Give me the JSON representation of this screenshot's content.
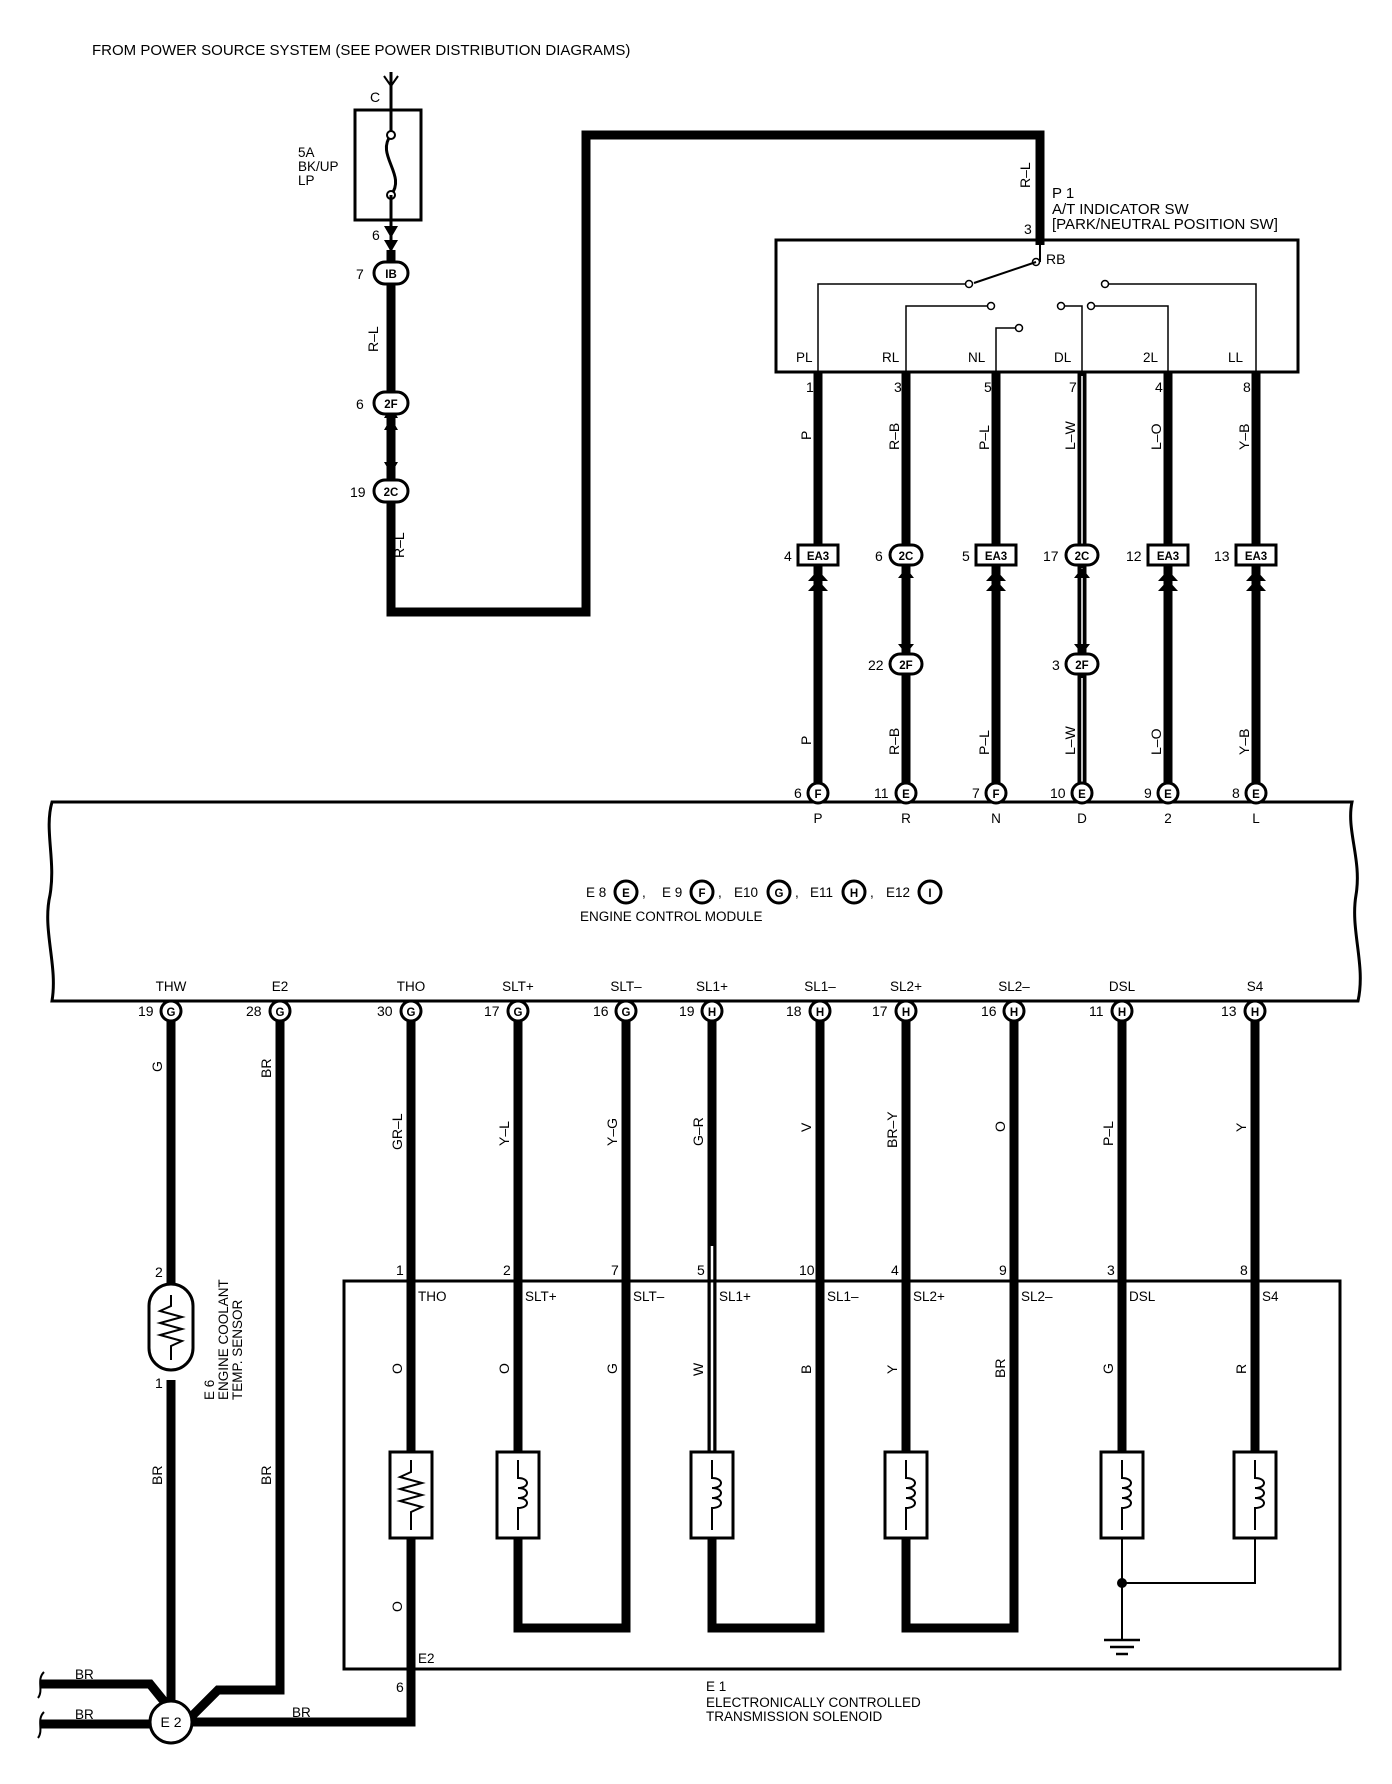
{
  "header": {
    "power_note": "FROM POWER SOURCE SYSTEM (SEE POWER DISTRIBUTION DIAGRAMS)"
  },
  "power": {
    "source_pin": "C",
    "fuse_lines": [
      "5A",
      "BK/UP",
      "LP"
    ],
    "fuse_out_pin": "6",
    "conn_ib": {
      "pin": "7",
      "code": "IB"
    },
    "conn_2f": {
      "pin": "6",
      "code": "2F"
    },
    "conn_2c": {
      "pin": "19",
      "code": "2C"
    },
    "wire_top": "R–L",
    "wire_left_1": "R–L",
    "wire_left_2": "R–L"
  },
  "switch": {
    "ref": "P 1",
    "name_1": "A/T INDICATOR SW",
    "name_2": "[PARK/NEUTRAL POSITION SW]",
    "input_pin": "3",
    "input_label": "RB",
    "terminals": [
      {
        "label": "PL",
        "pin": "1",
        "wire_top": "P",
        "conn_pin": "4",
        "conn": "EA3",
        "has_2f": false,
        "wire_bottom": "P",
        "ecm_pin": "6",
        "ecm_conn": "F",
        "ecm_label": "P"
      },
      {
        "label": "RL",
        "pin": "3",
        "wire_top": "R–B",
        "conn_pin": "6",
        "conn": "2C",
        "has_2f": true,
        "f_pin": "22",
        "f_code": "2F",
        "wire_bottom": "R–B",
        "ecm_pin": "11",
        "ecm_conn": "E",
        "ecm_label": "R"
      },
      {
        "label": "NL",
        "pin": "5",
        "wire_top": "P–L",
        "conn_pin": "5",
        "conn": "EA3",
        "has_2f": false,
        "wire_bottom": "P–L",
        "ecm_pin": "7",
        "ecm_conn": "F",
        "ecm_label": "N"
      },
      {
        "label": "DL",
        "pin": "7",
        "wire_top": "L–W",
        "conn_pin": "17",
        "conn": "2C",
        "has_2f": true,
        "f_pin": "3",
        "f_code": "2F",
        "wire_bottom": "L–W",
        "ecm_pin": "10",
        "ecm_conn": "E",
        "ecm_label": "D"
      },
      {
        "label": "2L",
        "pin": "4",
        "wire_top": "L–O",
        "conn_pin": "12",
        "conn": "EA3",
        "has_2f": false,
        "wire_bottom": "L–O",
        "ecm_pin": "9",
        "ecm_conn": "E",
        "ecm_label": "2"
      },
      {
        "label": "LL",
        "pin": "8",
        "wire_top": "Y–B",
        "conn_pin": "13",
        "conn": "EA3",
        "has_2f": false,
        "wire_bottom": "Y–B",
        "ecm_pin": "8",
        "ecm_conn": "E",
        "ecm_label": "L"
      }
    ]
  },
  "ecm": {
    "connectors": [
      {
        "ref": "E 8",
        "code": "E"
      },
      {
        "ref": "E 9",
        "code": "F"
      },
      {
        "ref": "E10",
        "code": "G"
      },
      {
        "ref": "E11",
        "code": "H"
      },
      {
        "ref": "E12",
        "code": "I"
      }
    ],
    "name": "ENGINE CONTROL MODULE",
    "bottom_pins": [
      {
        "label": "THW",
        "pin": "19",
        "conn": "G",
        "wire": "G"
      },
      {
        "label": "E2",
        "pin": "28",
        "conn": "G",
        "wire": "BR"
      },
      {
        "label": "THO",
        "pin": "30",
        "conn": "G",
        "wire": "GR–L"
      },
      {
        "label": "SLT+",
        "pin": "17",
        "conn": "G",
        "wire": "Y–L"
      },
      {
        "label": "SLT–",
        "pin": "16",
        "conn": "G",
        "wire": "Y–G"
      },
      {
        "label": "SL1+",
        "pin": "19",
        "conn": "H",
        "wire": "G–R"
      },
      {
        "label": "SL1–",
        "pin": "18",
        "conn": "H",
        "wire": "V"
      },
      {
        "label": "SL2+",
        "pin": "17",
        "conn": "H",
        "wire": "BR–Y"
      },
      {
        "label": "SL2–",
        "pin": "16",
        "conn": "H",
        "wire": "O"
      },
      {
        "label": "DSL",
        "pin": "11",
        "conn": "H",
        "wire": "P–L"
      },
      {
        "label": "S4",
        "pin": "13",
        "conn": "H",
        "wire": "Y"
      }
    ]
  },
  "coolant_sensor": {
    "ref": "E 6",
    "name_1": "ENGINE COOLANT",
    "name_2": "TEMP. SENSOR",
    "pin_top": "2",
    "pin_bottom": "1",
    "wire_bottom": "BR"
  },
  "solenoid": {
    "ref": "E 1",
    "name_1": "ELECTRONICALLY CONTROLLED",
    "name_2": "TRANSMISSION SOLENOID",
    "pins": [
      {
        "pin": "1",
        "label": "THO",
        "wire": "O"
      },
      {
        "pin": "2",
        "label": "SLT+",
        "wire": "O"
      },
      {
        "pin": "7",
        "label": "SLT–",
        "wire": "G"
      },
      {
        "pin": "5",
        "label": "SL1+",
        "wire": "W"
      },
      {
        "pin": "10",
        "label": "SL1–",
        "wire": "B"
      },
      {
        "pin": "4",
        "label": "SL2+",
        "wire": "Y"
      },
      {
        "pin": "9",
        "label": "SL2–",
        "wire": "BR"
      },
      {
        "pin": "3",
        "label": "DSL",
        "wire": "G"
      },
      {
        "pin": "8",
        "label": "S4",
        "wire": "R"
      }
    ],
    "tho_return_wire": "O",
    "e2_label": "E2",
    "e2_pin": "6"
  },
  "ground": {
    "code": "E 2",
    "wire_top_left": "BR",
    "wire_bottom_left": "BR",
    "wire_right": "BR",
    "wire_e2_ecm": "BR"
  }
}
